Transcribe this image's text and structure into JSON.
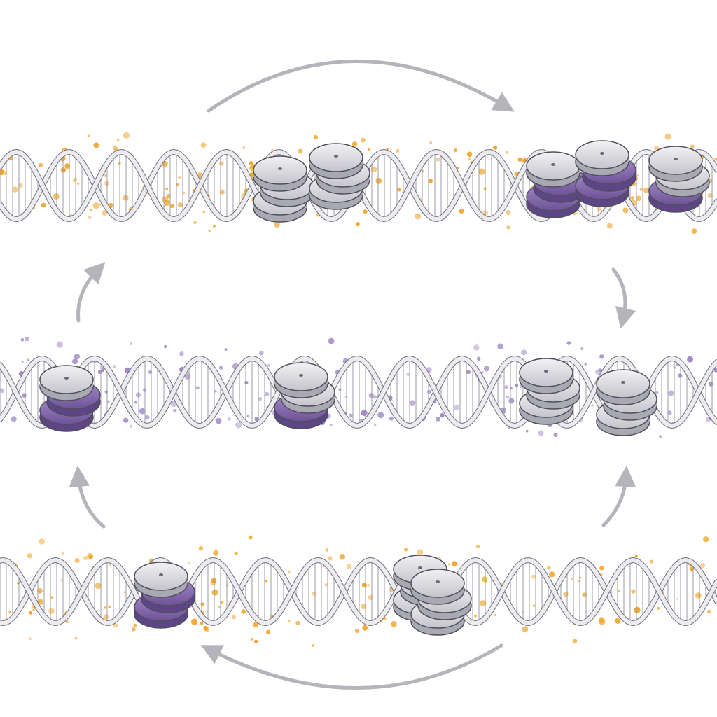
{
  "colors": {
    "background": "#ffffff",
    "strand": "#c9c9d2",
    "strand_outline": "#6f6f7c",
    "histone_grey": "#d8d8dd",
    "histone_grey_dark": "#a9a9b3",
    "histone_purple": "#8a6cb0",
    "histone_purple_dark": "#5e4585",
    "dots_orange": "#f0a020",
    "dots_purple": "#9c84c4",
    "arrow": "#b4b4ba"
  },
  "diagram": {
    "type": "cyclic-process",
    "panels": [
      {
        "id": "top",
        "dot_color": "orange",
        "nucleosomes": [
          {
            "stack": [
              "grey",
              "grey",
              "grey"
            ]
          },
          {
            "stack": [
              "grey",
              "grey",
              "grey"
            ]
          },
          {
            "stack": [
              "purple",
              "purple",
              "grey"
            ]
          },
          {
            "stack": [
              "purple",
              "purple",
              "grey"
            ]
          },
          {
            "stack": [
              "purple",
              "grey",
              "grey"
            ]
          }
        ]
      },
      {
        "id": "middle",
        "dot_color": "purple",
        "nucleosomes": [
          {
            "stack": [
              "purple",
              "purple",
              "grey"
            ]
          },
          {
            "stack": [
              "purple",
              "grey",
              "grey"
            ]
          },
          {
            "stack": [
              "grey",
              "grey",
              "grey"
            ]
          },
          {
            "stack": [
              "grey",
              "grey",
              "grey"
            ]
          }
        ]
      },
      {
        "id": "bottom",
        "dot_color": "orange",
        "nucleosomes": [
          {
            "stack": [
              "purple",
              "purple",
              "grey"
            ]
          },
          {
            "stack": [
              "grey",
              "grey",
              "grey"
            ]
          },
          {
            "stack": [
              "grey",
              "grey",
              "grey"
            ]
          }
        ]
      }
    ],
    "arrows": [
      {
        "id": "top-arc",
        "direction": "clockwise"
      },
      {
        "id": "right-upper",
        "direction": "down"
      },
      {
        "id": "right-lower",
        "direction": "up"
      },
      {
        "id": "bottom-arc",
        "direction": "counterclockwise"
      },
      {
        "id": "left-lower",
        "direction": "up"
      },
      {
        "id": "left-upper",
        "direction": "up"
      }
    ]
  }
}
